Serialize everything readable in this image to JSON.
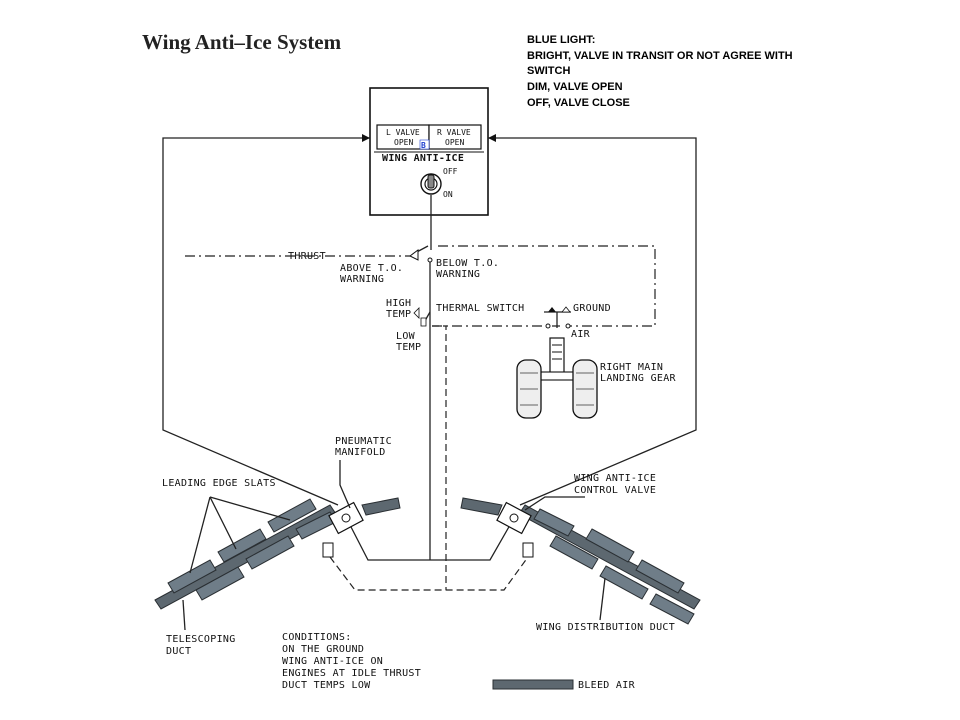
{
  "title": "Wing Anti–Ice System",
  "note_lines": [
    "BLUE LIGHT:",
    "BRIGHT, VALVE IN TRANSIT OR NOT AGREE WITH",
    "SWITCH",
    "DIM, VALVE OPEN",
    "OFF, VALVE CLOSE"
  ],
  "panel": {
    "l_valve": [
      "L VALVE",
      "OPEN"
    ],
    "r_valve": [
      "R VALVE",
      "OPEN"
    ],
    "indicator": "B",
    "name": "WING ANTI-ICE",
    "switch_off": "OFF",
    "switch_on": "ON"
  },
  "labels": {
    "thrust": "THRUST",
    "above_to": [
      "ABOVE T.O.",
      "WARNING"
    ],
    "below_to": [
      "BELOW T.O.",
      "WARNING"
    ],
    "high_temp": [
      "HIGH",
      "TEMP"
    ],
    "low_temp": [
      "LOW",
      "TEMP"
    ],
    "thermal_switch": "THERMAL SWITCH",
    "ground": "GROUND",
    "air": "AIR",
    "landing_gear": [
      "RIGHT MAIN",
      "LANDING GEAR"
    ],
    "pneumatic_manifold": [
      "PNEUMATIC",
      "MANIFOLD"
    ],
    "leading_edge_slats": "LEADING EDGE SLATS",
    "control_valve": [
      "WING ANTI-ICE",
      "CONTROL VALVE"
    ],
    "telescoping_duct": [
      "TELESCOPING",
      "DUCT"
    ],
    "wing_distribution_duct": "WING DISTRIBUTION DUCT"
  },
  "conditions": [
    "CONDITIONS:",
    "ON THE GROUND",
    "WING ANTI-ICE ON",
    "ENGINES AT IDLE THRUST",
    "DUCT TEMPS LOW"
  ],
  "legend": {
    "label": "BLEED AIR",
    "color": "#5d6870"
  },
  "colors": {
    "indicator": "#1f3fd0",
    "duct": "#5d6870"
  }
}
